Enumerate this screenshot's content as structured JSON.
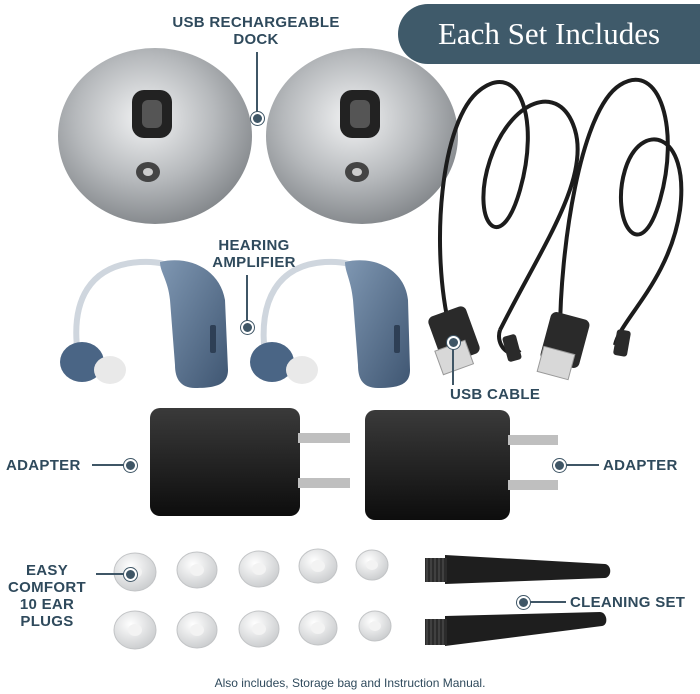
{
  "banner": {
    "title": "Each Set Includes"
  },
  "labels": {
    "dock": [
      "USB RECHARGEABLE",
      "DOCK"
    ],
    "amplifier": [
      "HEARING",
      "AMPLIFIER"
    ],
    "usb_cable": "USB CABLE",
    "adapter_left": "ADAPTER",
    "adapter_right": "ADAPTER",
    "ear_plugs": [
      "EASY",
      "COMFORT",
      "10 EAR",
      "PLUGS"
    ],
    "cleaning_set": "CLEANING SET"
  },
  "footer": "Also includes, Storage bag and Instruction Manual.",
  "colors": {
    "accent": "#3f5a6a",
    "label_text": "#2f4a5c",
    "dock_silver": "#b9bcbf",
    "amplifier_blue": "#5a7391",
    "adapter_black": "#1a1a1a"
  },
  "icons": [
    "pin-marker-icon"
  ]
}
